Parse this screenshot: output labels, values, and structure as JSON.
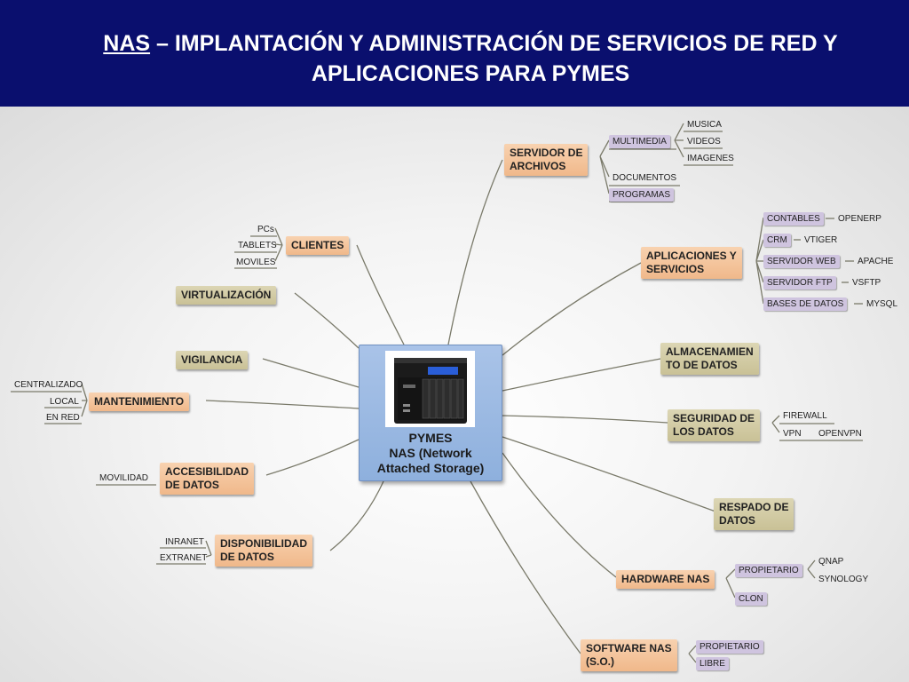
{
  "header": {
    "title_prefix": "NAS",
    "title_rest": " – IMPLANTACIÓN Y ADMINISTRACIÓN DE SERVICIOS DE RED Y APLICACIONES PARA PYMES"
  },
  "center": {
    "line1": "PYMES",
    "line2": "NAS (Network",
    "line3": "Attached Storage)",
    "image_icon": "nas-device-icon"
  },
  "colors": {
    "header_bg": "#0a0f6e",
    "orange_node": "#f0b88a",
    "khaki_node": "#c9c196",
    "purple_tag": "#cfc4df",
    "center_node": "#8eb0dd"
  },
  "nodes": {
    "servidor_archivos": {
      "label1": "SERVIDOR DE",
      "label2": "ARCHIVOS",
      "multimedia": "MULTIMEDIA",
      "musica": "MUSICA",
      "videos": "VIDEOS",
      "imagenes": "IMAGENES",
      "documentos": "DOCUMENTOS",
      "programas": "PROGRAMAS"
    },
    "aplicaciones": {
      "label1": "APLICACIONES Y",
      "label2": "SERVICIOS",
      "contables": "CONTABLES",
      "openerp": "OPENERP",
      "crm": "CRM",
      "vtiger": "VTIGER",
      "servidor_web": "SERVIDOR WEB",
      "apache": "APACHE",
      "servidor_ftp": "SERVIDOR FTP",
      "vsftp": "VSFTP",
      "bases_datos": "BASES DE DATOS",
      "mysql": "MYSQL"
    },
    "almacenamiento": {
      "label1": "ALMACENAMIEN",
      "label2": "TO DE DATOS"
    },
    "seguridad": {
      "label1": "SEGURIDAD DE",
      "label2": "LOS DATOS",
      "firewall": "FIREWALL",
      "vpn": "VPN",
      "openvpn": "OPENVPN"
    },
    "respaldo": {
      "label1": "RESPADO DE",
      "label2": "DATOS"
    },
    "hardware": {
      "label": "HARDWARE NAS",
      "propietario": "PROPIETARIO",
      "qnap": "QNAP",
      "synology": "SYNOLOGY",
      "clon": "CLON"
    },
    "software": {
      "label1": "SOFTWARE NAS",
      "label2": "(S.O.)",
      "propietario": "PROPIETARIO",
      "libre": "LIBRE"
    },
    "clientes": {
      "label": "CLIENTES",
      "pcs": "PCs",
      "tablets": "TABLETS",
      "moviles": "MOVILES"
    },
    "virtualizacion": {
      "label": "VIRTUALIZACIÓN"
    },
    "vigilancia": {
      "label": "VIGILANCIA"
    },
    "mantenimiento": {
      "label": "MANTENIMIENTO",
      "centralizado": "CENTRALIZADO",
      "local": "LOCAL",
      "en_red": "EN RED"
    },
    "accesibilidad": {
      "label1": "ACCESIBILIDAD",
      "label2": "DE DATOS",
      "movilidad": "MOVILIDAD"
    },
    "disponibilidad": {
      "label1": "DISPONIBILIDAD",
      "label2": "DE DATOS",
      "inranet": "INRANET",
      "extranet": "EXTRANET"
    }
  }
}
